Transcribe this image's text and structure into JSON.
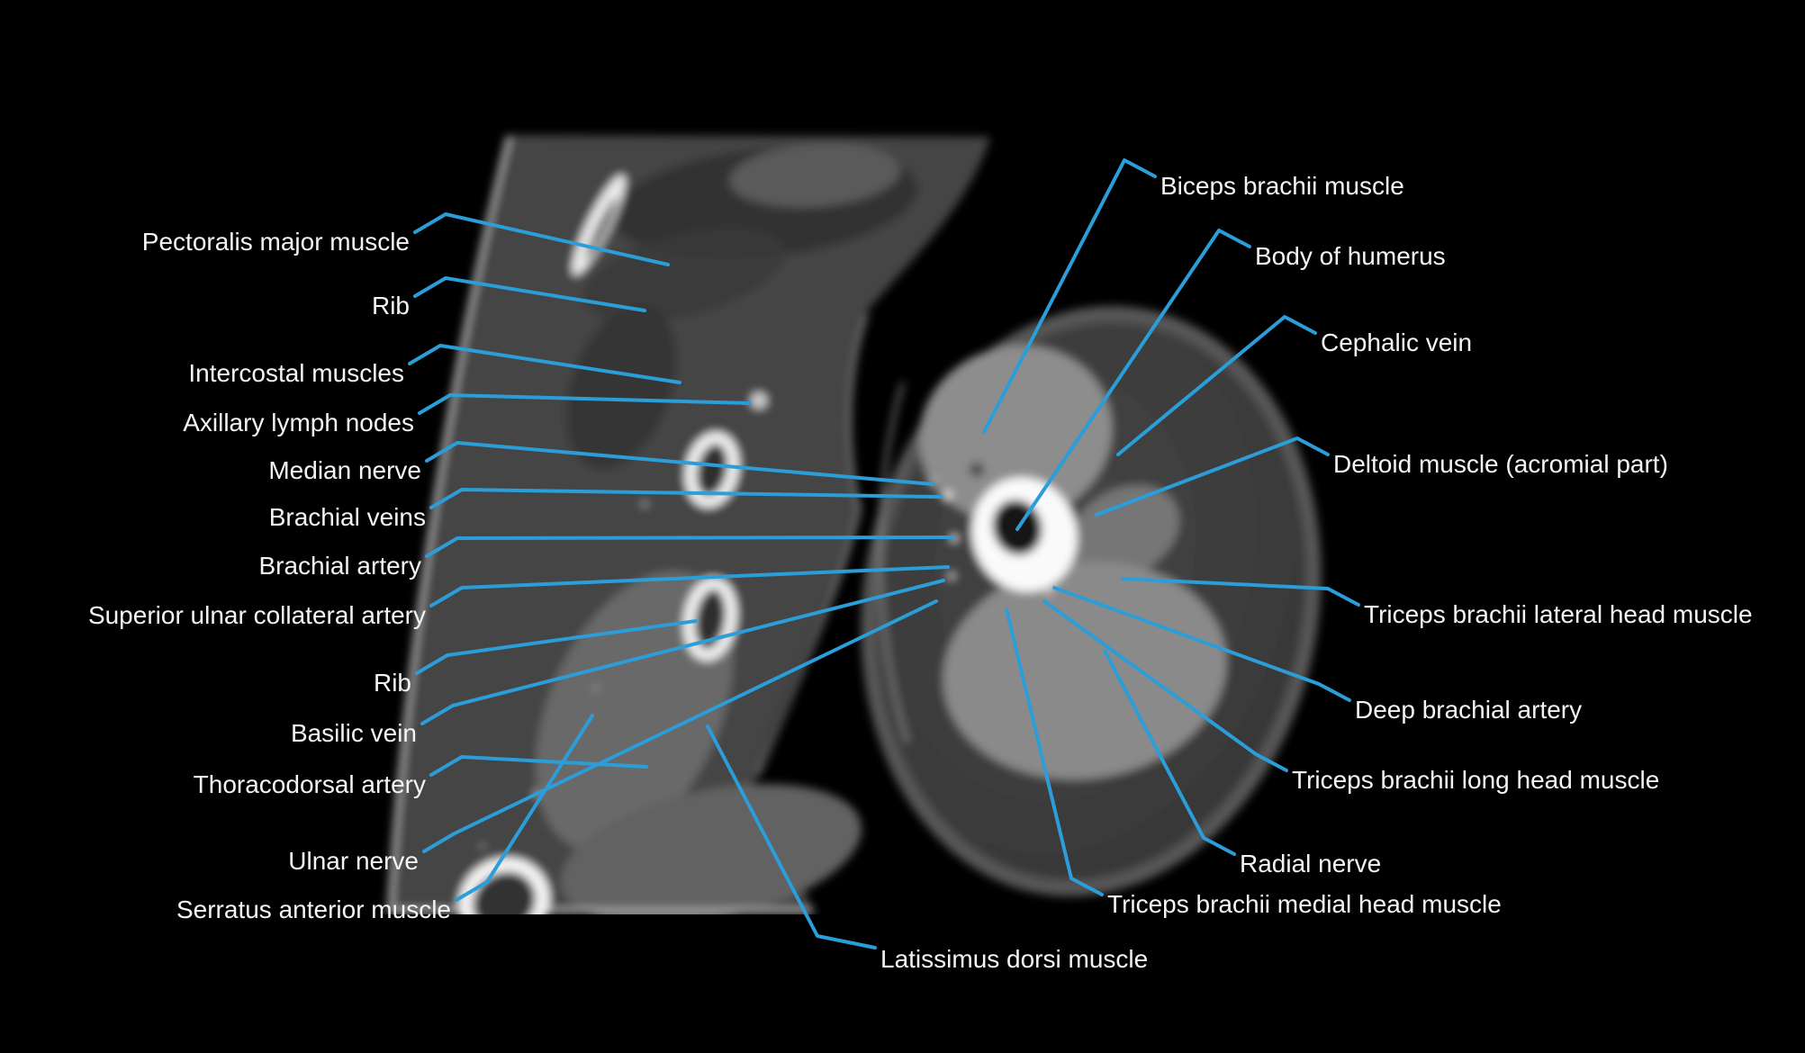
{
  "figure": {
    "type": "annotated-ct-cross-section",
    "style": {
      "leader_color": "#2b9ed9",
      "label_color": "#f4f4f4",
      "background": "#000000",
      "bone_color": "#fafafa",
      "muscle_light": "#8d8d8d",
      "tissue_dark": "#3c3c3c"
    }
  },
  "labels": {
    "left": [
      {
        "text": "Pectoralis major muscle"
      },
      {
        "text": "Rib"
      },
      {
        "text": "Intercostal muscles"
      },
      {
        "text": "Axillary lymph nodes"
      },
      {
        "text": "Median nerve"
      },
      {
        "text": "Brachial veins"
      },
      {
        "text": "Brachial artery"
      },
      {
        "text": "Superior ulnar collateral artery"
      },
      {
        "text": "Rib"
      },
      {
        "text": "Basilic vein"
      },
      {
        "text": "Thoracodorsal artery"
      },
      {
        "text": "Ulnar nerve"
      },
      {
        "text": "Serratus anterior muscle"
      }
    ],
    "right": [
      {
        "text": "Biceps brachii muscle"
      },
      {
        "text": "Body of humerus"
      },
      {
        "text": "Cephalic vein"
      },
      {
        "text": "Deltoid muscle (acromial part)"
      },
      {
        "text": "Triceps brachii lateral head muscle"
      },
      {
        "text": "Deep brachial artery"
      },
      {
        "text": "Triceps brachii long head muscle"
      },
      {
        "text": "Radial nerve"
      },
      {
        "text": "Triceps brachii medial head muscle"
      }
    ],
    "bottom": [
      {
        "text": "Latissimus dorsi muscle"
      }
    ]
  }
}
